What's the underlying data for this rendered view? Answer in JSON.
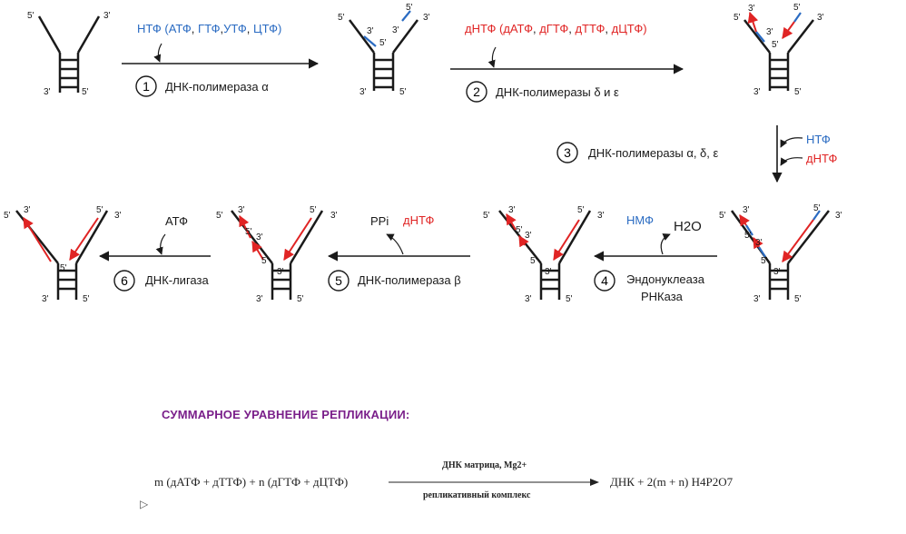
{
  "ends": {
    "five": "5'",
    "three": "3'"
  },
  "steps": [
    {
      "num": "1",
      "enzyme": "ДНК-полимераза α"
    },
    {
      "num": "2",
      "enzyme": "ДНК-полимеразы δ и ε"
    },
    {
      "num": "3",
      "enzyme": "ДНК-полимеразы α, δ, ε"
    },
    {
      "num": "4",
      "enzyme1": "Эндонуклеаза",
      "enzyme2": "РНКаза"
    },
    {
      "num": "5",
      "enzyme": "ДНК-полимераза β"
    },
    {
      "num": "6",
      "enzyme": "ДНК-лигаза"
    }
  ],
  "substrates": {
    "ntp_open": "НТФ (",
    "ntp_list": [
      "АТФ",
      "ГТФ",
      "УТФ",
      "ЦТФ"
    ],
    "ntp_close": ")",
    "dntp_open": "дНТФ (",
    "dntp_list": [
      "дАТФ",
      "дГТФ",
      "дТТФ",
      "дЦТФ"
    ],
    "dntp_close": ")",
    "ntp": "НТФ",
    "dntp": "дНТФ",
    "nmp": "НМФ",
    "h2o": "H2O",
    "ppi": "PPi",
    "atp": "АТФ"
  },
  "colors": {
    "blue": "#2a6bc2",
    "red": "#e02424",
    "black": "#1a1a1a",
    "purple": "#7a1f8a"
  },
  "summary": {
    "title": "СУММАРНОЕ УРАВНЕНИЕ РЕПЛИКАЦИИ:",
    "left": "m (дАТФ + дТТФ) + n (дГТФ + дЦТФ)",
    "above": "ДНК матрица, Mg2+",
    "below": "репликативный комплекс",
    "right": "ДНК + 2(m + n) H4P2O7"
  }
}
